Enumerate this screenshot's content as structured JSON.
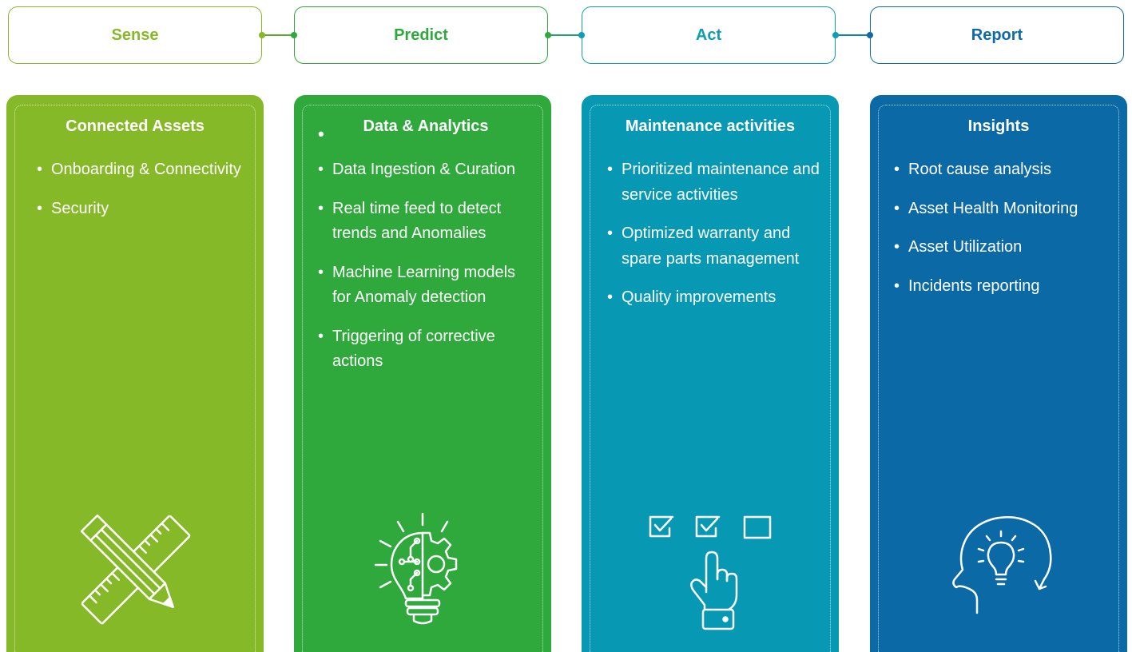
{
  "stages": [
    {
      "label": "Sense",
      "color": "#86b928"
    },
    {
      "label": "Predict",
      "color": "#2fa83c"
    },
    {
      "label": "Act",
      "color": "#0d9db5"
    },
    {
      "label": "Report",
      "color": "#0e6ba8"
    }
  ],
  "cards": [
    {
      "title": "Connected Assets",
      "background": "#86b928",
      "items": [
        "Onboarding & Connectivity",
        "Security"
      ],
      "icon": "pencil-ruler-icon"
    },
    {
      "title": "Data & Analytics",
      "stray_bullet": "•",
      "background": "#2fa83c",
      "items": [
        "Data Ingestion & Curation",
        "Real time feed to detect trends and Anomalies",
        "Machine Learning models for Anomaly detection",
        "Triggering of corrective actions"
      ],
      "icon": "lightbulb-gear-icon"
    },
    {
      "title": "Maintenance activities",
      "background": "#0799b3",
      "items": [
        "Prioritized maintenance and service activities",
        "Optimized warranty and spare parts management",
        "Quality improvements"
      ],
      "icon": "checklist-hand-icon"
    },
    {
      "title": "Insights",
      "background": "#0b6aa6",
      "items": [
        "Root cause analysis",
        "Asset Health Monitoring",
        "Asset Utilization",
        "Incidents reporting"
      ],
      "icon": "head-lightbulb-icon"
    }
  ]
}
